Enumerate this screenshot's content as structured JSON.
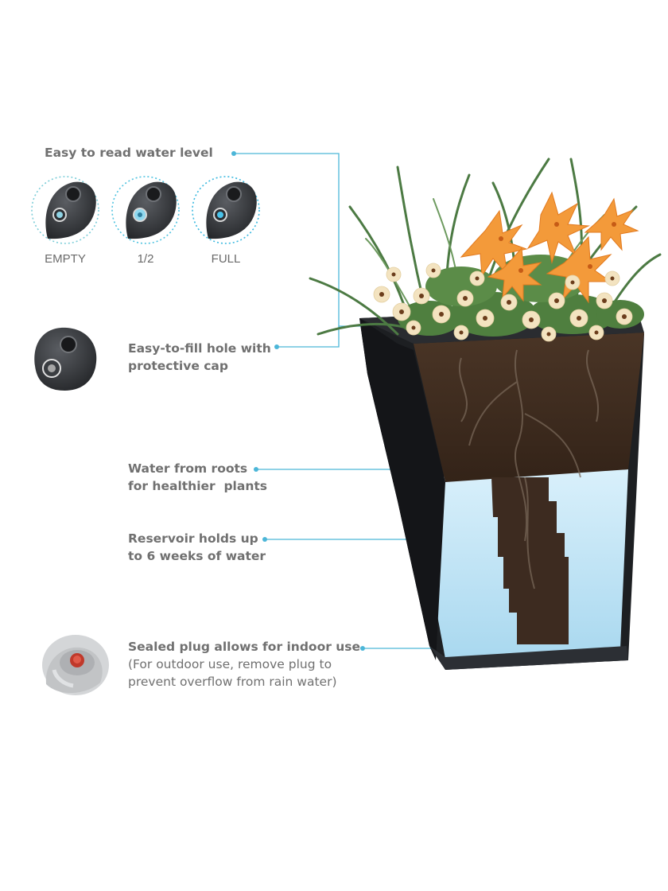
{
  "water_level": {
    "heading": "Easy to read water level",
    "indicators": [
      {
        "label": "EMPTY",
        "ring_color": "#7ccdd8"
      },
      {
        "label": "1/2",
        "ring_color": "#4fc3e0"
      },
      {
        "label": "FULL",
        "ring_color": "#39b8df"
      }
    ]
  },
  "callouts": {
    "fill_hole": [
      "Easy-to-fill hole with",
      "protective cap"
    ],
    "roots": [
      "Water from roots",
      "for healthier  plants"
    ],
    "reservoir": [
      "Reservoir holds up",
      "to 6 weeks of water"
    ],
    "plug": {
      "title": "Sealed plug allows for indoor use",
      "note": [
        "(For outdoor use, remove plug to",
        "prevent overflow from rain water)"
      ]
    }
  },
  "colors": {
    "leader_line": "#4cb6d8",
    "text": "#707070",
    "planter": "#1d1f22",
    "soil": "#3d2b20",
    "water": "#bfe4f5",
    "flower_orange": "#f39a3a",
    "flower_cream": "#f3e3c0",
    "plug_red": "#c0392b"
  }
}
